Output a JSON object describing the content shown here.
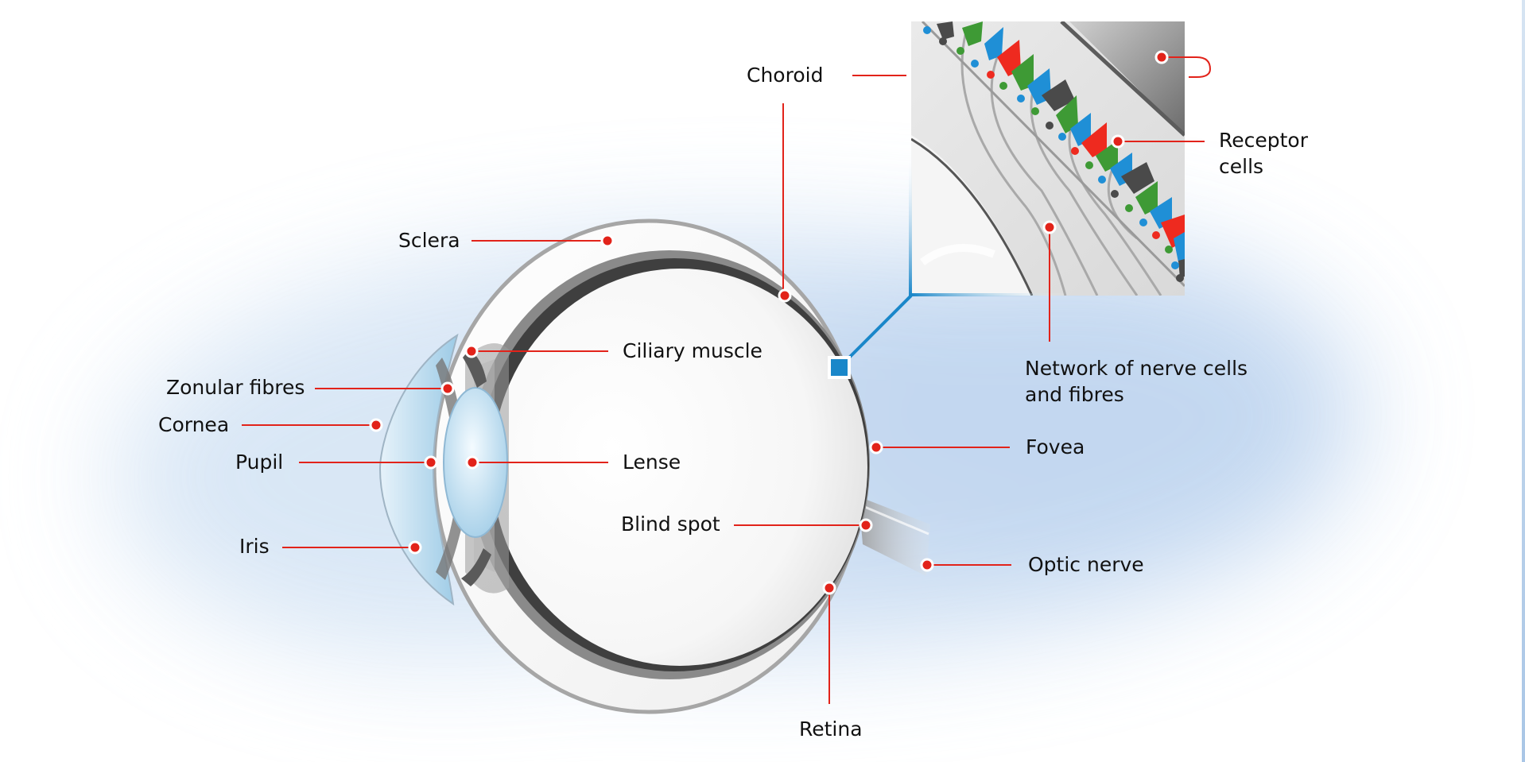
{
  "labels": {
    "choroid": "Choroid",
    "sclera": "Sclera",
    "ciliary_muscle": "Ciliary muscle",
    "zonular_fibres": "Zonular fibres",
    "cornea": "Cornea",
    "pupil": "Pupil",
    "lense": "Lense",
    "blind_spot": "Blind spot",
    "iris": "Iris",
    "retina": "Retina",
    "fovea": "Fovea",
    "optic_nerve": "Optic nerve",
    "receptor_cells": "Receptor\ncells",
    "nerve_network": "Network of nerve cells\nand fibres"
  },
  "colors": {
    "leader_line": "#e2231a",
    "marker_fill": "#e2231a",
    "connector": "#1a87c9",
    "background_glow": "#c3d8f0",
    "cone_red": "#ee2a1f",
    "cone_green": "#3e9a35",
    "cone_blue": "#1f8fd6",
    "rod_dark": "#4a4a4a"
  }
}
